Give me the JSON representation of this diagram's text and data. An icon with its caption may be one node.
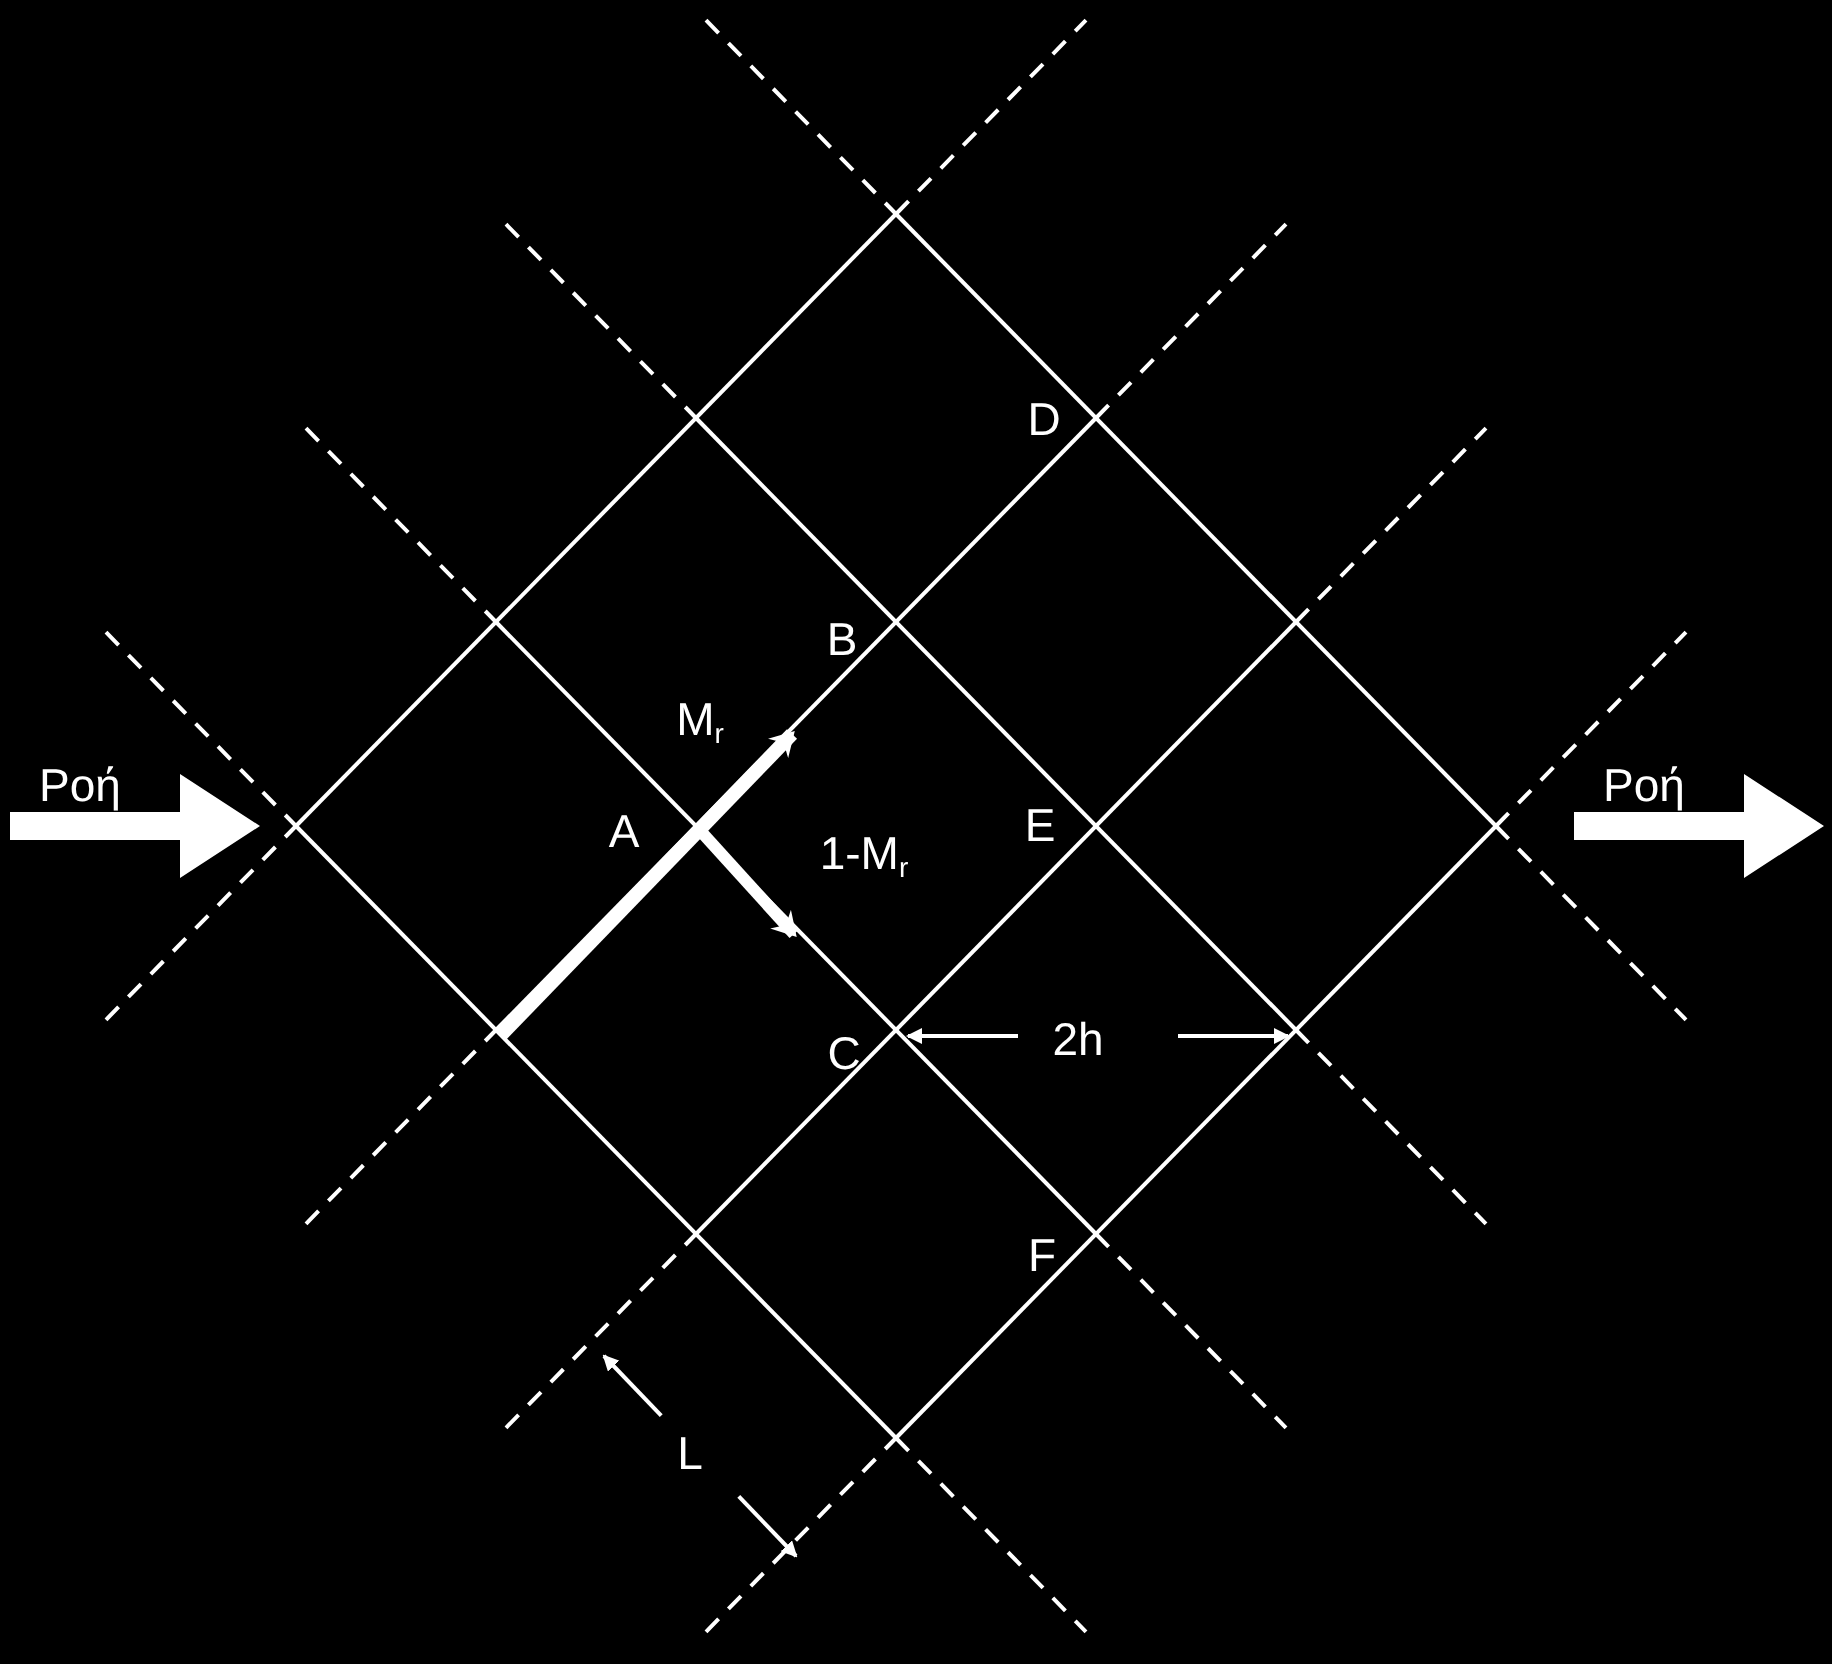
{
  "diagram": {
    "labels": [
      "D",
      "B",
      "M$_{r}$",
      "Ροή",
      "A",
      "1-M$_{r}$",
      "E",
      "Ροή",
      "C",
      "2h",
      "F",
      "L"
    ]
  }
}
